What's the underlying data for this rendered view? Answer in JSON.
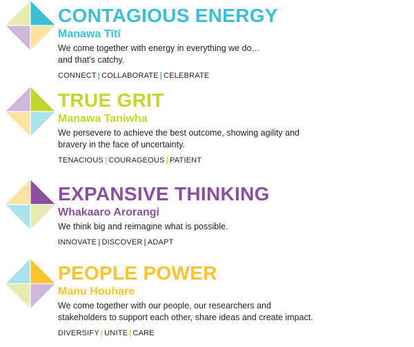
{
  "values": [
    {
      "title": "CONTAGIOUS ENERGY",
      "subtitle": "Manawa Tītī",
      "description": "We come together with energy in everything we do…\nand that’s catchy.",
      "tags": [
        "CONNECT",
        "COLLABORATE",
        "CELEBRATE"
      ],
      "accent": "#3bbfd4",
      "quadrants": [
        "#e6ebb0",
        "#3bbfd4",
        "#cfb8dc",
        "#fde3a0"
      ]
    },
    {
      "title": "TRUE GRIT",
      "subtitle": "Manawa Taniwha",
      "description": "We persevere to achieve the best outcome, showing agility and bravery in the face of uncertainty.",
      "tags": [
        "TENACIOUS",
        "COURAGEOUS",
        "PATIENT"
      ],
      "accent": "#c3d52f",
      "quadrants": [
        "#cfb8dc",
        "#c3d52f",
        "#fde3a0",
        "#a9e3ec"
      ]
    },
    {
      "title": "EXPANSIVE THINKING",
      "subtitle": "Whakaaro Arorangi",
      "description": "We think big and reimagine what is possible.",
      "tags": [
        "INNOVATE",
        "DISCOVER",
        "ADAPT"
      ],
      "accent": "#8b4fa0",
      "quadrants": [
        "#fde3a0",
        "#8b4fa0",
        "#a9e3ec",
        "#e6ebb0"
      ]
    },
    {
      "title": "PEOPLE POWER",
      "subtitle": "Manu Houhare",
      "description": "We come together with our people, our researchers and stakeholders to support each other, share ideas and create impact.",
      "tags": [
        "DIVERSIFY",
        "UNITE",
        "CARE"
      ],
      "accent": "#fcc52d",
      "quadrants": [
        "#a9e3ec",
        "#fcc52d",
        "#e6ebb0",
        "#cfb8dc"
      ]
    }
  ]
}
